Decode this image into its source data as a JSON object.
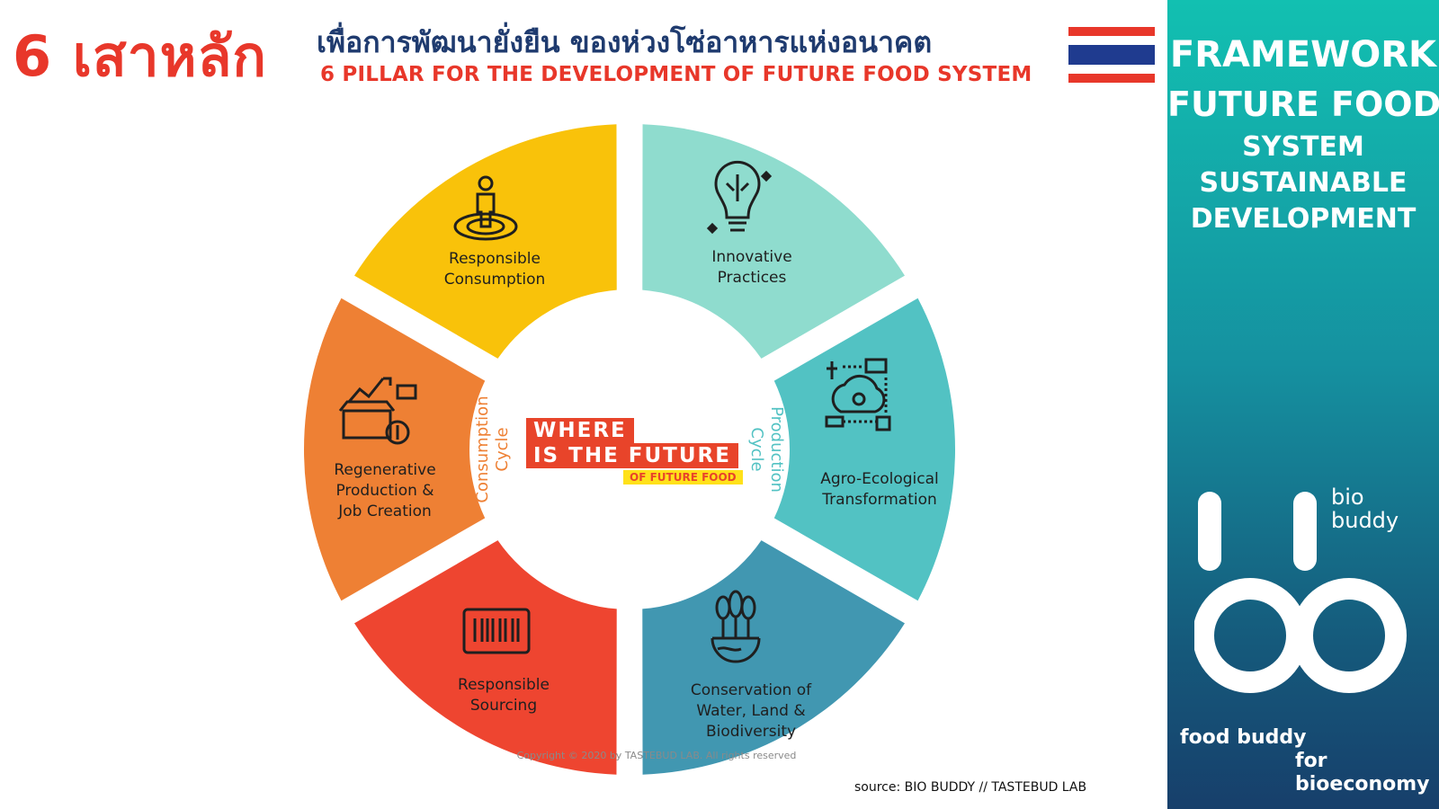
{
  "header": {
    "big_title": "6 เสาหลัก",
    "thai_subtitle": "เพื่อการพัฒนายั่งยืน ของห่วงโซ่อาหารแห่งอนาคต",
    "english_subtitle": "6 PILLAR FOR THE DEVELOPMENT OF FUTURE FOOD SYSTEM"
  },
  "colors": {
    "red": "#e8372a",
    "navy": "#1f3b6f",
    "seg_yellow": "#f9c20a",
    "seg_mint": "#8fdcce",
    "seg_teal": "#52c2c3",
    "seg_blue": "#4197b1",
    "seg_red": "#ee4530",
    "seg_orange": "#ee8034",
    "panel_top": "#12c0b1",
    "panel_bottom": "#173f6b"
  },
  "segments": [
    {
      "id": "responsible-consumption",
      "lines": [
        "Responsible",
        "Consumption"
      ],
      "icon": "person-on-target-icon",
      "color": "#f9c20a"
    },
    {
      "id": "innovative-practices",
      "lines": [
        "Innovative",
        "Practices"
      ],
      "icon": "lightbulb-circuit-icon",
      "color": "#8fdcce"
    },
    {
      "id": "agro-ecological-transformation",
      "lines": [
        "Agro-Ecological",
        "Transformation"
      ],
      "icon": "cloud-network-icon",
      "color": "#52c2c3"
    },
    {
      "id": "conservation",
      "lines": [
        "Conservation of",
        "Water, Land &",
        "Biodiversity"
      ],
      "icon": "trees-globe-icon",
      "color": "#4197b1"
    },
    {
      "id": "responsible-sourcing",
      "lines": [
        "Responsible",
        "Sourcing"
      ],
      "icon": "barcode-icon",
      "color": "#ee4530"
    },
    {
      "id": "regenerative-production",
      "lines": [
        "Regenerative",
        "Production &",
        "Job Creation"
      ],
      "icon": "box-growth-money-icon",
      "color": "#ee8034"
    }
  ],
  "center": {
    "line1": "WHERE",
    "line2": "IS THE FUTURE",
    "line3": "OF FUTURE FOOD",
    "consumption_cycle": [
      "Consumption",
      "Cycle"
    ],
    "production_cycle": [
      "Production",
      "Cycle"
    ],
    "consumption_color": "#ee8034",
    "production_color": "#52c2c3"
  },
  "copyright": "Copyright © 2020 by TASTEBUD LAB. All rights reserved",
  "source": "source: BIO BUDDY // TASTEBUD LAB",
  "right_panel": {
    "title_lines": [
      "FRAMEWORK",
      "FUTURE FOOD",
      "SYSTEM",
      "SUSTAINABLE",
      "DEVELOPMENT"
    ],
    "logo_text": [
      "bio",
      "buddy"
    ],
    "footer": [
      "food buddy",
      "for",
      "bioeconomy"
    ]
  }
}
